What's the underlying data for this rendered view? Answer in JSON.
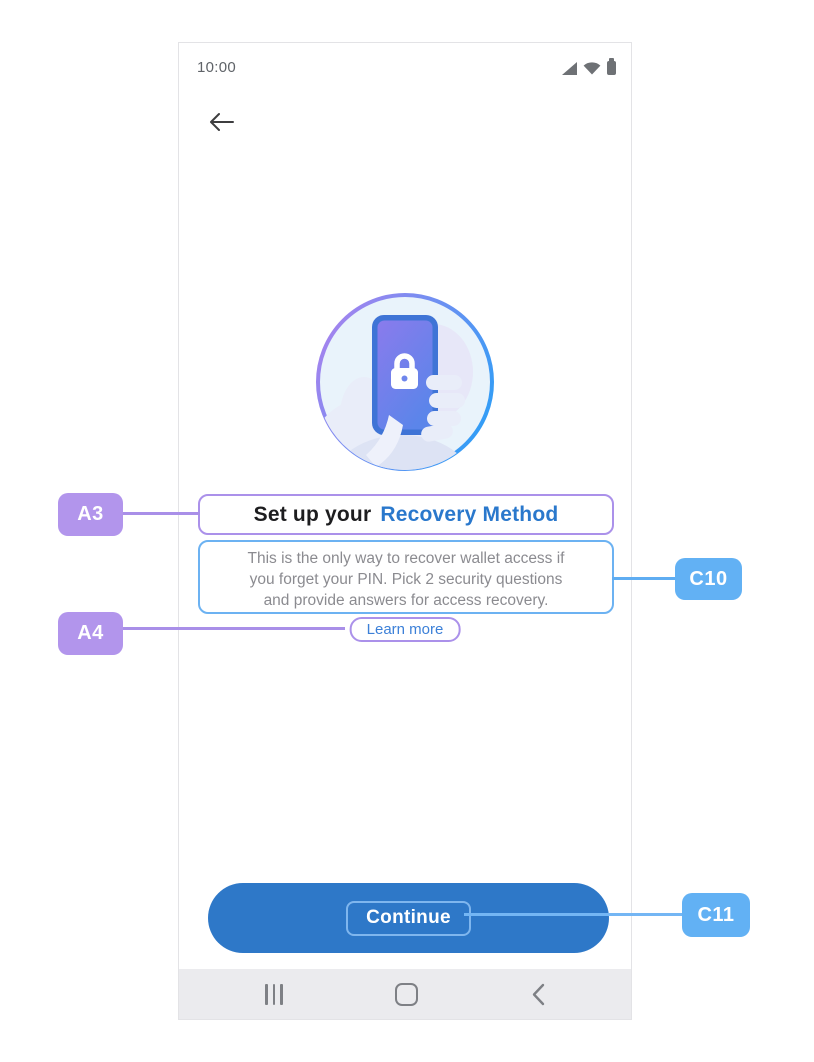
{
  "annotations": {
    "a3": {
      "label": "A3",
      "color": "#b295ec",
      "points_to": "screen-title"
    },
    "a4": {
      "label": "A4",
      "color": "#b295ec",
      "points_to": "learn-more-link"
    },
    "c10": {
      "label": "C10",
      "color": "#62b1f4",
      "points_to": "description-text"
    },
    "c11": {
      "label": "C11",
      "color": "#62b1f4",
      "points_to": "continue-button-label"
    }
  },
  "phone": {
    "status_bar": {
      "time": "10:00",
      "icons": [
        "signal-icon",
        "wifi-icon",
        "battery-icon"
      ]
    },
    "back_icon": "arrow-left",
    "illustration": "hand-holding-phone-with-lock",
    "title": {
      "prefix": "Set up your",
      "highlight": "Recovery Method"
    },
    "description": {
      "text": "This is the only way to recover wallet access if you forget your PIN. Pick 2 security questions and provide answers for access recovery.",
      "lines": [
        "This is the only way to recover wallet access if",
        "you forget your PIN. Pick 2 security questions",
        "and provide answers for access recovery."
      ]
    },
    "learn_more_label": "Learn more",
    "continue_label": "Continue",
    "nav_bar": {
      "icons": [
        "recents-icon",
        "home-icon",
        "back-icon"
      ]
    }
  },
  "colors": {
    "annotation_purple": "#b295ec",
    "annotation_blue": "#62b1f4",
    "title_text": "#1d1d1f",
    "title_highlight": "#2a78cc",
    "description_text": "#8b8b90",
    "description_border": "#6cb2f2",
    "title_border": "#ab91ea",
    "link_blue": "#3c80d8",
    "button_blue": "#2e78c8",
    "nav_bar_bg": "#ebebee"
  }
}
